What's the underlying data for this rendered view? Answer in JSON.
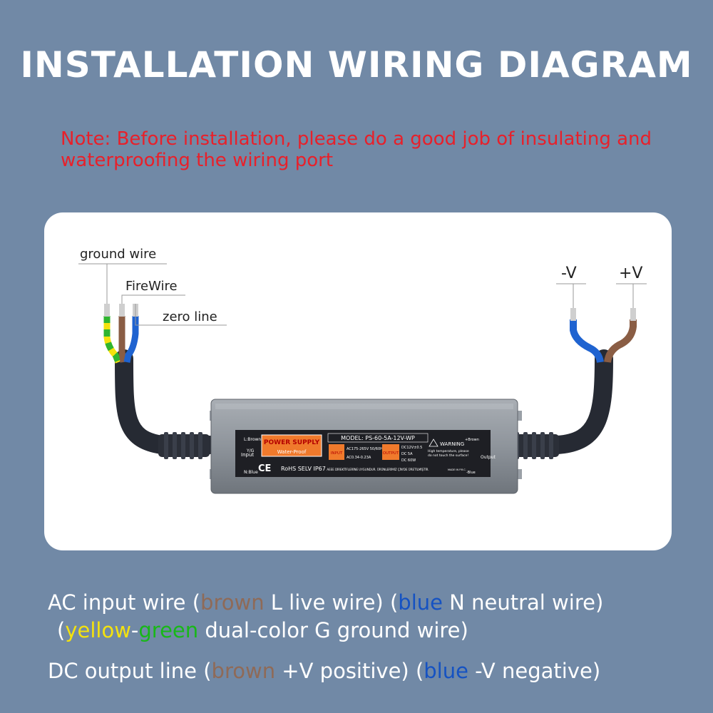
{
  "title": "INSTALLATION WIRING DIAGRAM",
  "note": "Note: Before installation, please do a good job of insulating and waterproofing the wiring port",
  "labels": {
    "ground": "ground wire",
    "fire": "FireWire",
    "zero": "zero line",
    "neg": "-V",
    "pos": "+V"
  },
  "device": {
    "brand": "POWER SUPPLY",
    "sub": "Water-Proof",
    "model": "MODEL: PS-60-5A-12V-WP",
    "input_tag": "INPUT",
    "input_1": "AC175-265V 50/60Hz",
    "input_2": "AC0.34-0.23A",
    "output_tag": "OUTPUT",
    "output_1": "DC12V±0.5",
    "output_2": "DC 5A",
    "output_3": "DC 60W",
    "warning": "WARNING",
    "warning_1": "High temperature, please",
    "warning_2": "do not touch the surface!",
    "made": "MADE IN P.R.C.",
    "ce": "CE",
    "rohs": "RoHS SELV IP67",
    "aeee": "AEEE DİREKTİFLERİNE UYGUNDUR. ÜRÜNLERİMİZ ÇİN'DE ÜRETİLMİŞTİR.",
    "l_brown": "L:Brown",
    "yg": "Y/G",
    "n_blue": "N:Blue",
    "input_side": "Input",
    "output_side": "Output",
    "plus_brown": "+Brown",
    "minus_blue": "-Blue"
  },
  "legend": {
    "l1_a": "AC input wire (",
    "l1_brown": "brown",
    "l1_b": " L live wire) (",
    "l1_blue": "blue",
    "l1_c": " N neutral wire)",
    "l2_a": "(",
    "l2_yellow": "yellow",
    "l2_dash": "-",
    "l2_green": "green",
    "l2_b": " dual-color G ground wire)",
    "l3_a": "DC output line (",
    "l3_brown": "brown",
    "l3_b": " +V positive) (",
    "l3_blue": "blue",
    "l3_c": " -V negative)"
  },
  "colors": {
    "background": "#7189a6",
    "note": "#e8202a",
    "brown": "#8f6a57",
    "blue": "#1552c2",
    "yellow": "#f4e20e",
    "green": "#18b818",
    "label_orange": "#f07a2c"
  }
}
